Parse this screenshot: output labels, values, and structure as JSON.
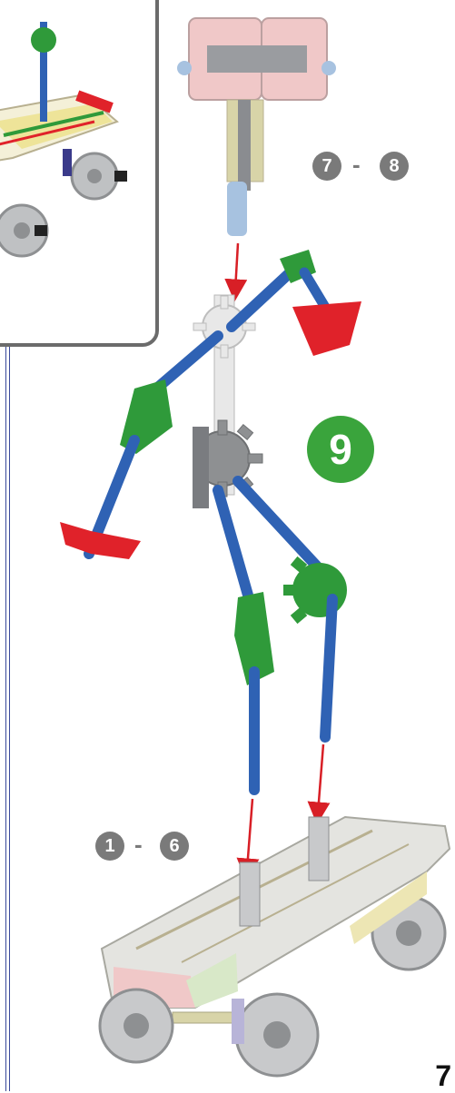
{
  "steps": {
    "head_range": {
      "start": "7",
      "separator": "-",
      "end": "8"
    },
    "current_step": "9",
    "base_range": {
      "start": "1",
      "separator": "-",
      "end": "6"
    }
  },
  "page_number": "7",
  "colors": {
    "rod_blue": "#2f62b4",
    "connector_green": "#2f9a3a",
    "connector_red": "#e0222a",
    "connector_grey": "#8e9092",
    "connector_white": "#e8e8e8",
    "connector_pink": "#f0c8c8",
    "connector_yellow": "#e8d75a",
    "arrow_red": "#d81f26",
    "badge_grey": "#7a7a7a",
    "badge_green": "#3aa43c"
  }
}
